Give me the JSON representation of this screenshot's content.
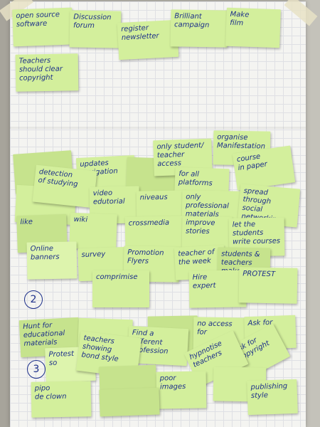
{
  "section_markers": [
    "2",
    "3"
  ],
  "notes": {
    "open_source_software": "open source\nsoftware",
    "discussion_forum": "Discussion\nforum",
    "register_newsletter": "register\nnewsletter",
    "brilliant_campaign": "Brilliant\ncampaign",
    "make_film": "Make\nfilm",
    "teachers_copyright": "Teachers\nshould clear\ncopyright",
    "only_student_teacher": "only student/\nteacher access",
    "organise_manifestation": "organise\nManifestation",
    "detection_of_studying": "detection\nof studying",
    "updates_navigation": "updates\nnavigation",
    "video_edutorial": "video\nedutorial",
    "for_all_platforms": "for all platforms",
    "course_in_paper": "course\nin paper",
    "spread_through_social": "spread through\nsocial\nnetworking",
    "niveaus": "niveaus",
    "only_professional": "only professional\nmaterials",
    "like": "like",
    "wiki": "wiki",
    "crossmedia": "crossmedia",
    "improve_stories": "improve\nstories",
    "students_write_courses": "let the\nstudents\nwrite courses",
    "online_banners": "Online\nbanners",
    "survey": "survey",
    "promotion_flyers": "Promotion\nFlyers",
    "teacher_of_the_week": "teacher of\nthe week",
    "students_teachers_make": "students &\nteachers make",
    "compromise": "comprimise",
    "hire_expert": "Hire\nexpert",
    "protest": "PROTEST",
    "hunt_educational": "Hunt for\neducational\nmaterials",
    "find_different": "Find a\ndifferent\nprofession",
    "no_access": "no access\nfor",
    "ask_for": "Ask for",
    "teachers_showing": "teachers\nshowing\nbond style",
    "hypnotise_teachers": "hypnotise\nteachers",
    "ask_for_copyright": "ask for\ncopyright",
    "protest_so": "Protest\nso",
    "poor_images": "poor\nimages",
    "pipo_de_clown": "pipo\nde clown",
    "publishing_style": "publishing\nstyle"
  }
}
